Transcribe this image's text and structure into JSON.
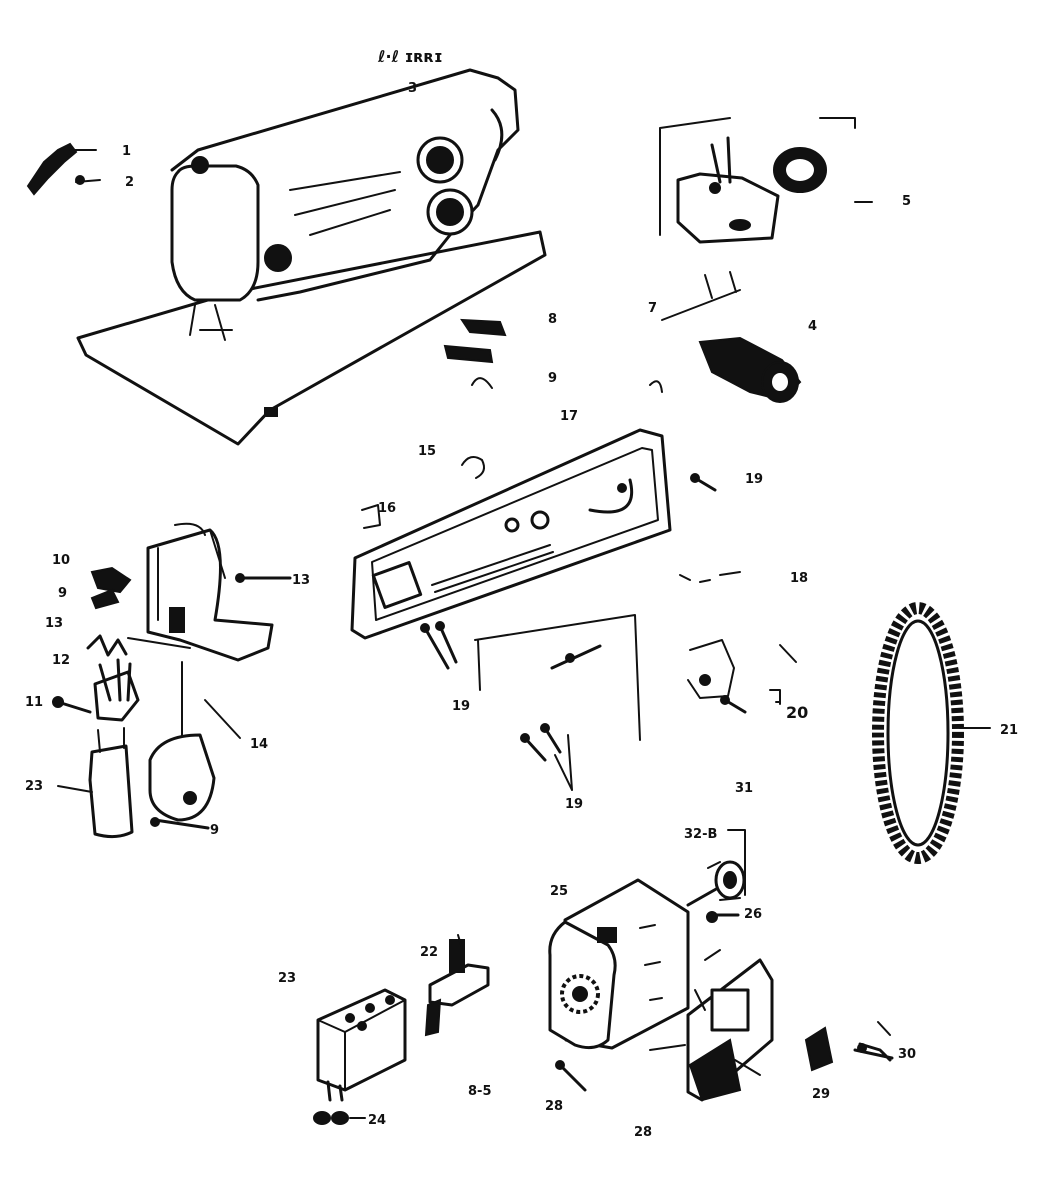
{
  "diagram": {
    "header_marks": "ℓ·ℓ ɪʀʀɪ",
    "page_code": "8-5",
    "part_labels": {
      "p1": "1",
      "p2": "2",
      "p3": "3",
      "p4": "4",
      "p5": "5",
      "p7": "7",
      "p8": "8",
      "p9a": "9",
      "p9b": "9",
      "p9c": "9",
      "p10": "10",
      "p11": "11",
      "p12": "12",
      "p13": "13",
      "p14": "14",
      "p15": "15",
      "p16": "16",
      "p17": "17",
      "p18": "18",
      "p19a": "19",
      "p19b": "19",
      "p19c": "19",
      "p20": "20",
      "p21": "21",
      "p22": "22",
      "p23a": "23",
      "p23b": "23",
      "p24": "24",
      "p25": "25",
      "p26": "26",
      "p28a": "28",
      "p28b": "28",
      "p29": "29",
      "p30": "30",
      "p31": "31",
      "p32": "32-B"
    }
  }
}
